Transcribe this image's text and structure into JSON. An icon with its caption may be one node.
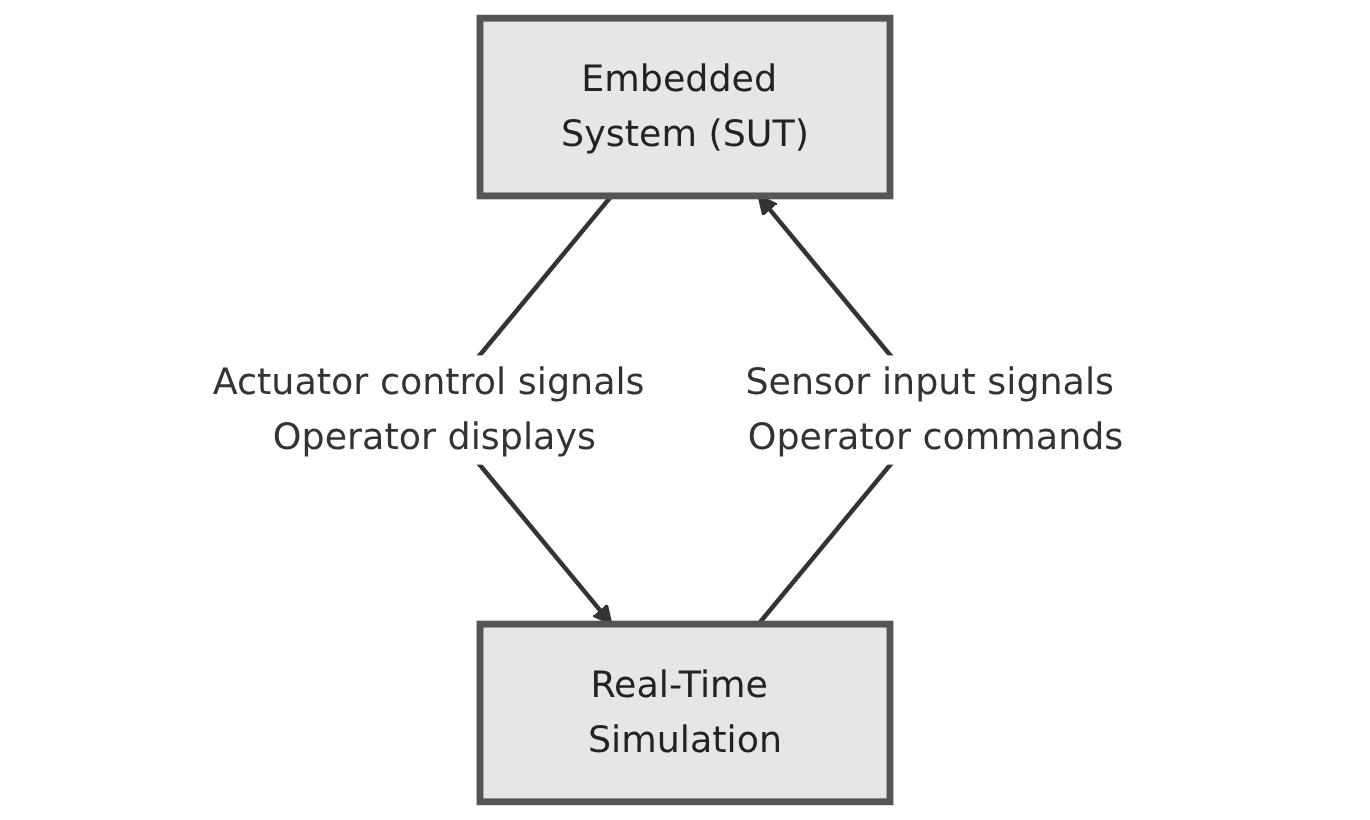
{
  "diagram": {
    "nodes": [
      {
        "text": [
          "Embedded System (SUT)"
        ]
      },
      {
        "text": [
          "Real-Time Simulation"
        ]
      }
    ],
    "edges": [
      {
        "from": 1,
        "to": 0,
        "arrow": "to",
        "label": "Sensor input signals Operator commands"
      },
      {
        "from": 0,
        "to": 1,
        "arrow": "to",
        "label": "Actuator control signals Operator displays"
      }
    ]
  }
}
